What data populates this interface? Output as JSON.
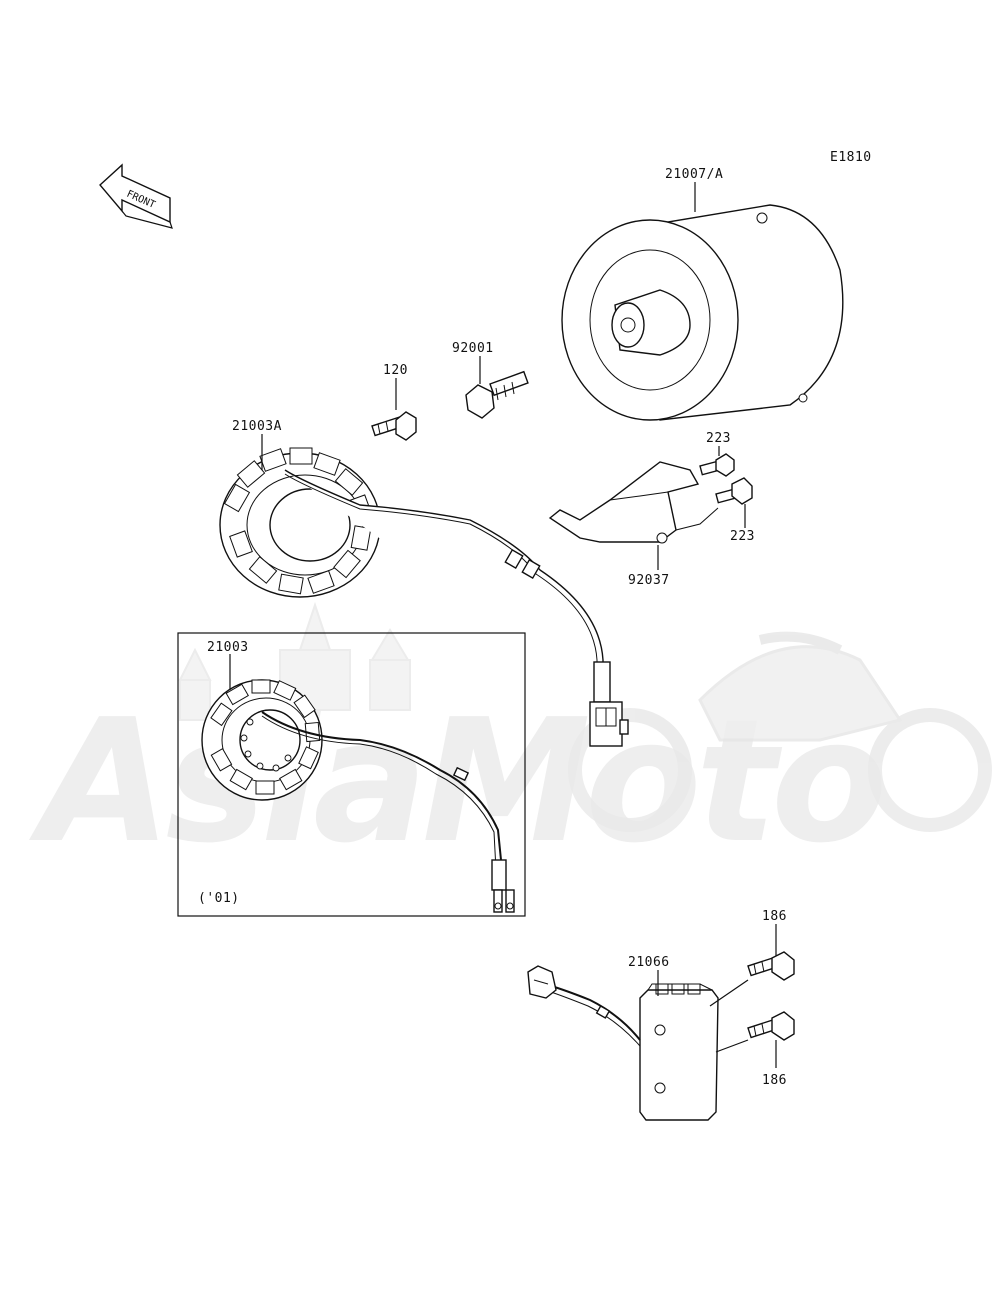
{
  "diagram_code": "E1810",
  "direction_arrow_text": "FRONT",
  "inset_note": "('01)",
  "watermark_text": "AsiaMoto",
  "part_labels": {
    "flywheel": "21007/A",
    "bolt_92001": "92001",
    "bolt_120": "120",
    "stator_main": "21003A",
    "bolt_223_upper": "223",
    "bolt_223_lower": "223",
    "clamp": "92037",
    "stator_inset": "21003",
    "regulator": "21066",
    "bolt_186_upper": "186",
    "bolt_186_lower": "186"
  }
}
